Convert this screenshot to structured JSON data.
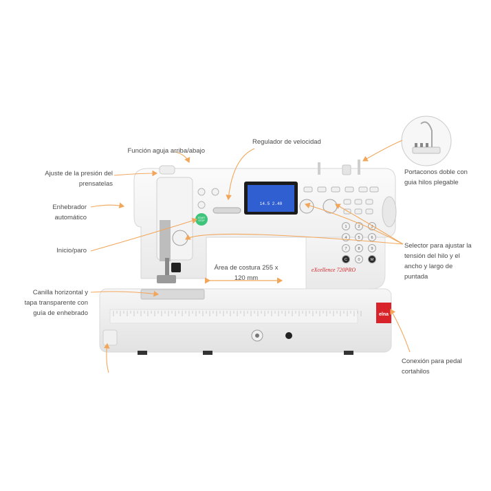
{
  "labels": {
    "needle_up_down": "Función aguja arriba/abajo",
    "speed_regulator": "Regulador de velocidad",
    "presser_pressure": "Ajuste de la presión del prensatelas",
    "needle_threader": "Enhebrador automático",
    "start_stop": "Inicio/paro",
    "sewing_area": "Área de costura 255 x 120 mm",
    "bobbin": "Canilla horizontal y tapa transparente con guía de enhebrado",
    "spool_holder": "Portaconos doble con guia hilos plegable",
    "selector": "Selector para ajustar la tensión del hilo y el ancho y largo de puntada",
    "pedal_connection": "Conexión para pedal cortahilos"
  },
  "machine": {
    "brand": "elna",
    "model": "eXcellence 720PRO",
    "start_stop_button": "START STOP",
    "lcd": {
      "left_value": "14.5",
      "right_value": "2.40"
    },
    "keypad": [
      "1",
      "2",
      "3",
      "4",
      "5",
      "6",
      "7",
      "8",
      "9",
      "C",
      "0",
      "M"
    ]
  },
  "colors": {
    "accent_arrow": "#f2a65a",
    "brand_red": "#d8232a",
    "lcd_blue": "#2f5fd0",
    "start_button": "#3ec47b"
  }
}
